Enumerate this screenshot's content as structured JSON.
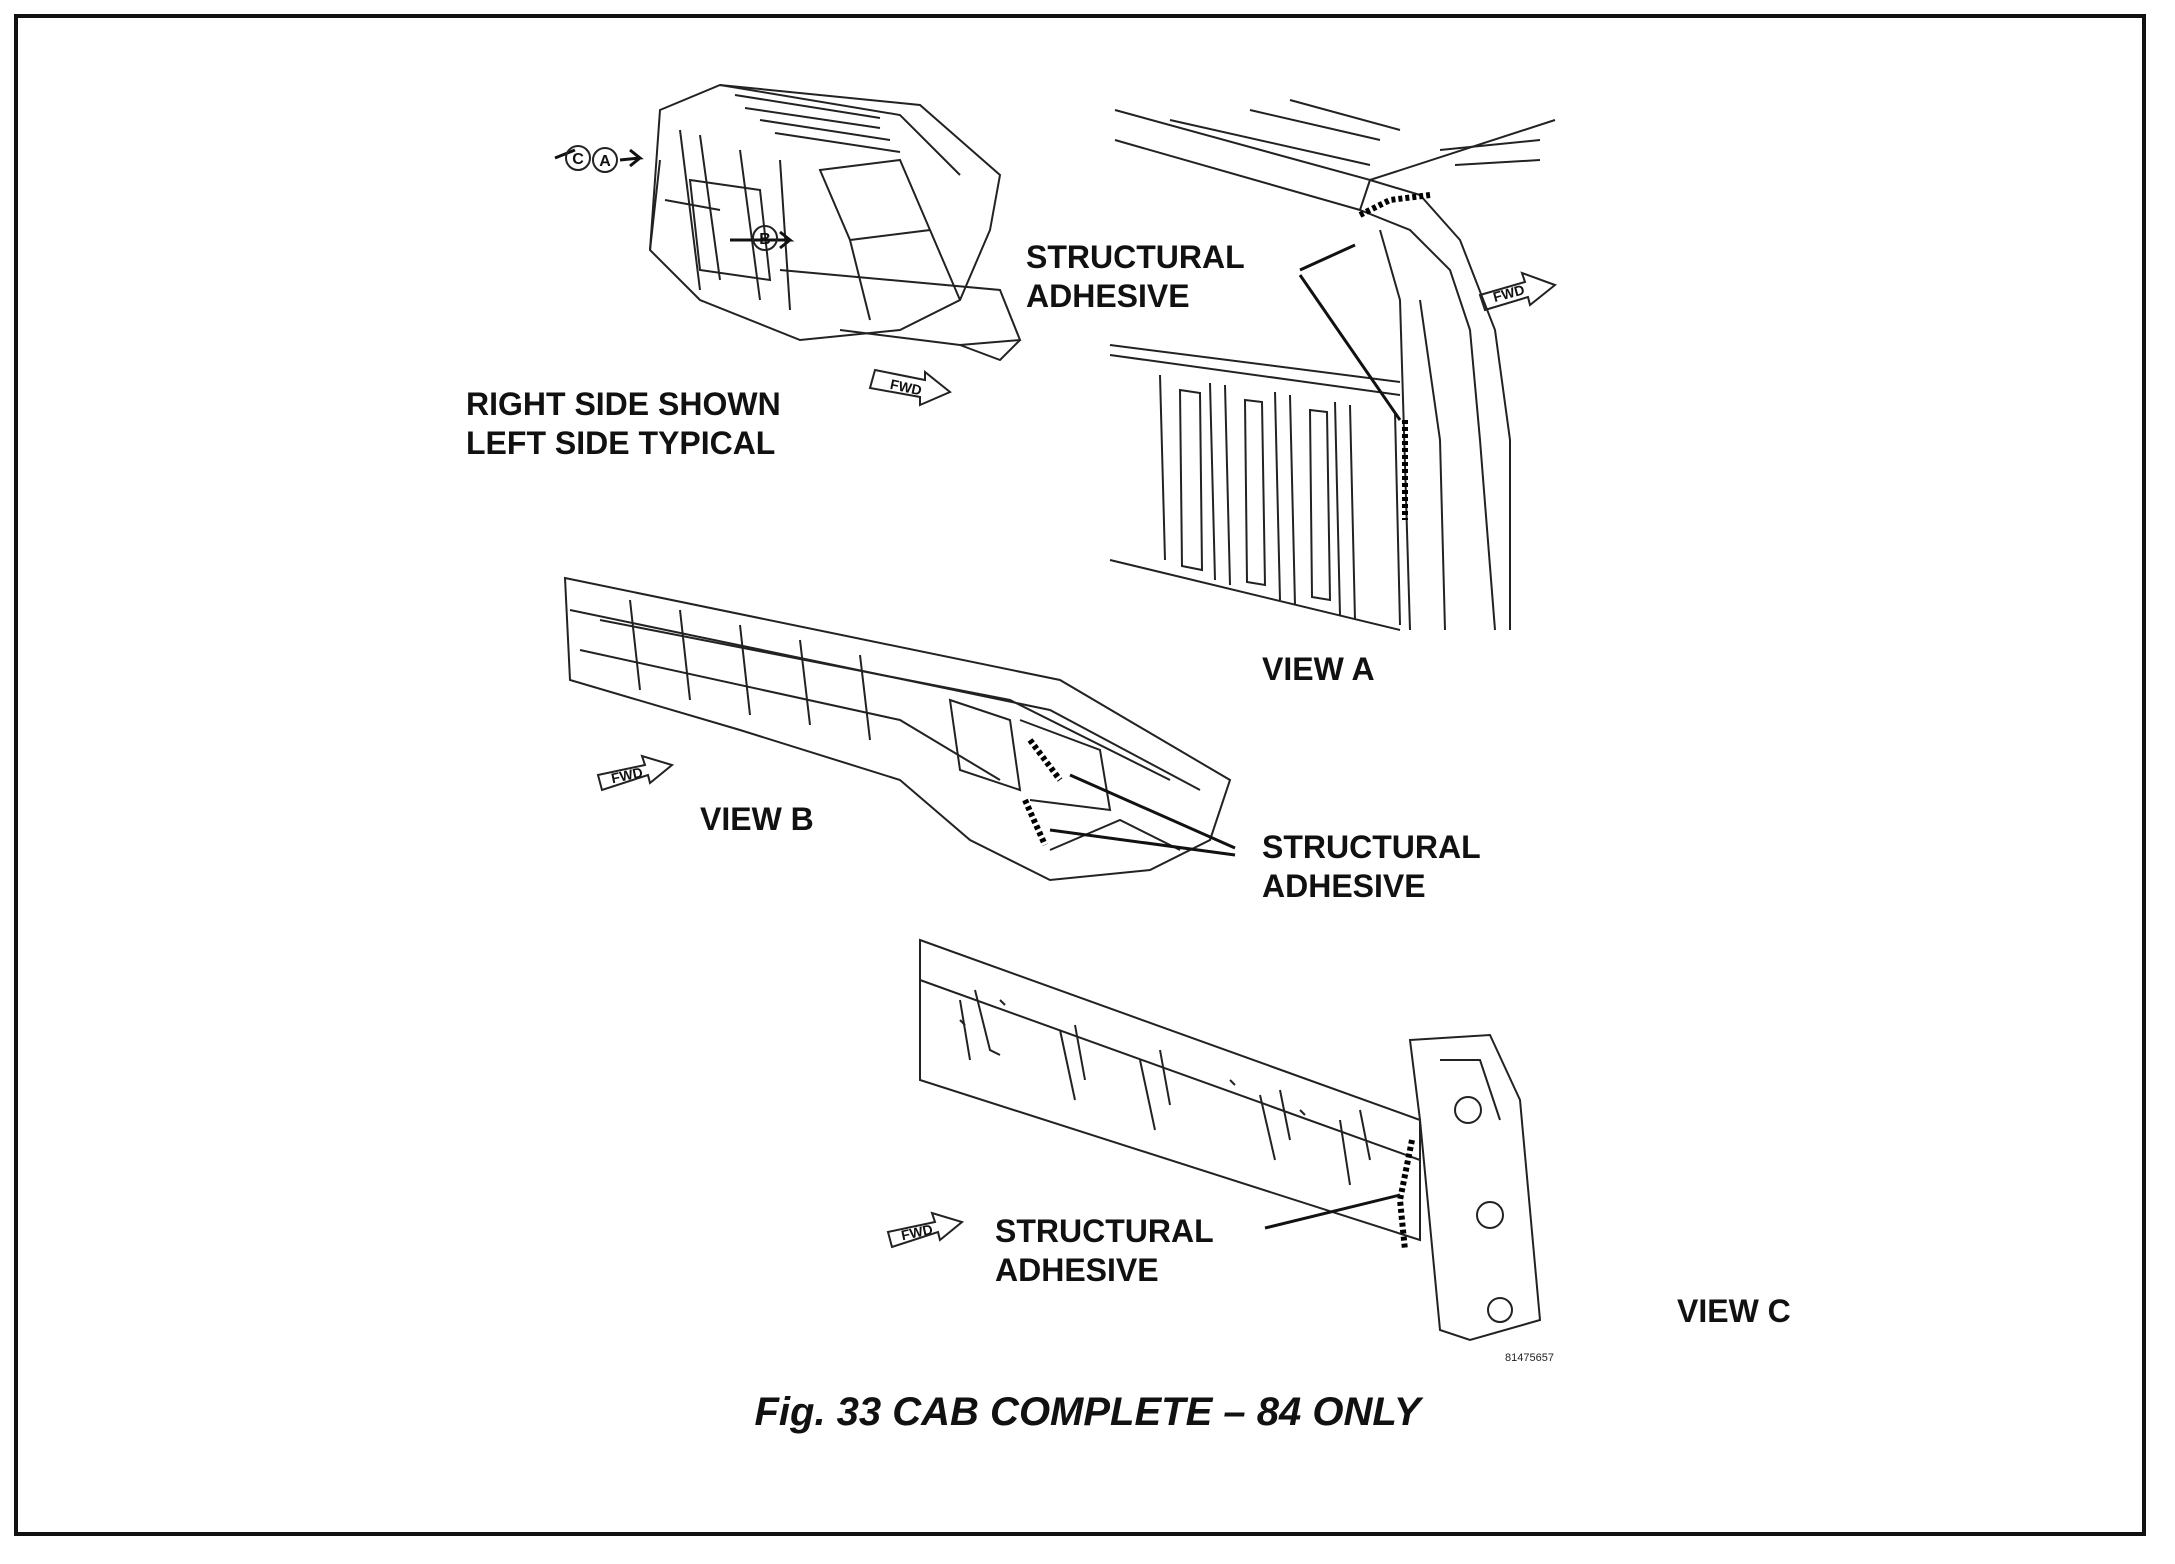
{
  "figure": {
    "caption": "Fig. 33 CAB COMPLETE – 84 ONLY",
    "part_number": "81475657"
  },
  "overview": {
    "note_line1": "RIGHT SIDE SHOWN",
    "note_line2": "LEFT SIDE TYPICAL",
    "callouts": [
      "C",
      "A",
      "B"
    ],
    "fwd": "FWD"
  },
  "view_a": {
    "title": "VIEW A",
    "label_line1": "STRUCTURAL",
    "label_line2": "ADHESIVE",
    "fwd": "FWD"
  },
  "view_b": {
    "title": "VIEW B",
    "label_line1": "STRUCTURAL",
    "label_line2": "ADHESIVE",
    "fwd": "FWD"
  },
  "view_c": {
    "title": "VIEW C",
    "label_line1": "STRUCTURAL",
    "label_line2": "ADHESIVE",
    "fwd": "FWD"
  },
  "colors": {
    "line": "#111111",
    "background": "#ffffff"
  }
}
